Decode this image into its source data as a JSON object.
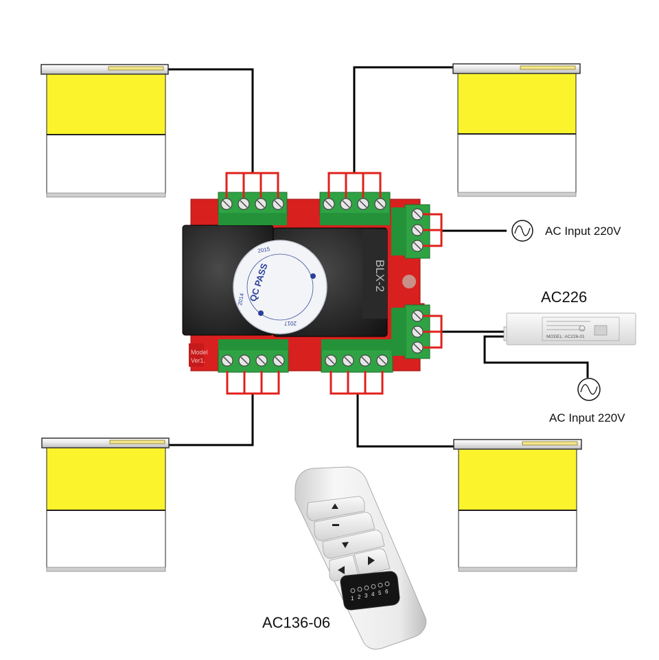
{
  "labels": {
    "ac_input_top": "AC Input 220V",
    "ac_input_bottom": "AC Input 220V",
    "ac226": "AC226",
    "remote": "AC136-06"
  },
  "board": {
    "model_text": "BLX-2",
    "seal_text": "QC PASS",
    "seal_years": [
      "2014",
      "2015",
      "2017"
    ]
  },
  "controller_module": {
    "model_text": "MODEL: AC226-01"
  },
  "remote": {
    "channel_digits": [
      "1",
      "2",
      "3",
      "4",
      "5",
      "6"
    ]
  },
  "colors": {
    "blind_fabric": "#fbf42c",
    "board": "#d8201f",
    "terminal": "#2fa344",
    "relay": "#222222",
    "wire_red": "#e0201b",
    "wire_black": "#000000"
  },
  "icons": {
    "power_source": "ac-sine-source-icon",
    "blind": "roller-blind-icon",
    "remote": "remote-control-icon"
  }
}
